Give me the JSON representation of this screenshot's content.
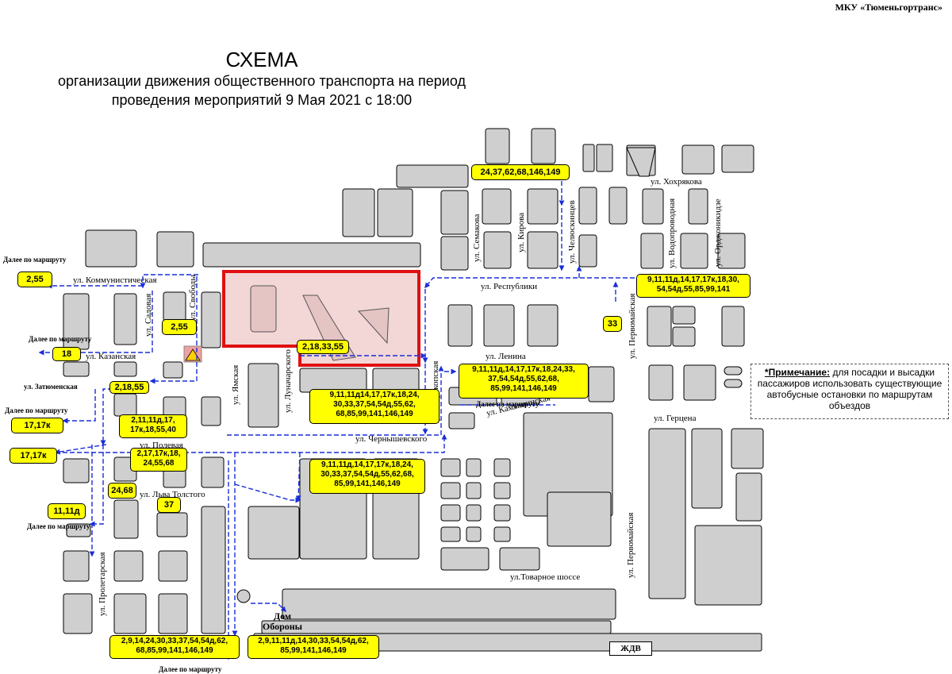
{
  "header": {
    "organization": "МКУ «Тюменьгортранс»",
    "title": "СХЕМА",
    "subtitle_line1": "организации движения общественного транспорта на период",
    "subtitle_line2": "проведения мероприятий 9 Мая 2021 с 18:00"
  },
  "note": {
    "label": "*Примечание:",
    "text": "для посадки и высадки пассажиров использовать существующие автобусные остановки по маршрутам объездов"
  },
  "landmarks": {
    "dom_oborony": "Дом Обороны",
    "zhdv": "ЖДВ"
  },
  "streets": {
    "kommunisticheskaya": "ул. Коммунистическая",
    "sadovaya": "ул. Садовая",
    "svobody": "ул. Свободы",
    "kazanskaya": "ул. Казанская",
    "zatyumenskaya": "ул. Затюменская",
    "polevaya": "ул. Полевая",
    "lva_tolstogo": "ул. Льва Толстого",
    "yamskaya": "ул. Ямская",
    "lunacharskogo": "ул. Луначарского",
    "chernyshevskogo": "ул. Чернышевского",
    "perekopskaya": "ул. Перекопская",
    "respubliki": "ул. Республики",
    "lenina": "ул. Ленина",
    "semakova": "ул. Семакова",
    "kirova": "ул. Кирова",
    "chelyuskintsev": "ул. Челюскинцев",
    "vodoprovodnaya": "ул. Водопроводная",
    "ordzhonikidze": "ул. Орджоникидзе",
    "khokhryakova": "ул. Хохрякова",
    "pervomayskaya_north": "ул. Первомайская",
    "pervomayskaya_south": "ул. Первомайская",
    "kamyshinskaya": "ул. Камышинская",
    "gertsena": "ул. Герцена",
    "tovarnoe_shosse": "ул.Товарное шоссе",
    "proletarskaya": "ул. Пролетарская"
  },
  "further": {
    "a": "Далее по маршруту",
    "b": "Далее по маршруту",
    "c": "Далее по маршруту",
    "d": "Далее по маршруту",
    "e": "Далее по маршруту",
    "f": "Далее по маршруту"
  },
  "routes": {
    "r_24_37": "24,37,62,68,146,149",
    "r_2_55_left": "2,55",
    "r_2_55_svob": "2,55",
    "r_18": "18",
    "r_2_18_55": "2,18,55",
    "r_2_18_33_55": "2,18,33,55",
    "r_33": "33",
    "r_respubliki": "9,11,11д,14,17,17к,18,30, 54,54д,55,85,99,141",
    "r_lenina": "9,11,11д,14,17,17к,18,24,33, 37,54,54д,55,62,68, 85,99,141,146,149",
    "r_chern": "9,11,11д14,17,17к,18,24, 30,33,37,54,54д,55,62, 68,85,99,141,146,149",
    "r_17_17k_a": "17,17к",
    "r_17_17k_b": "17,17к",
    "r_2_11": "2,11,11д,17, 17к,18,55,40",
    "r_2_17": "2,17,17к,18, 24,55,68",
    "r_24_68": "24,68",
    "r_37": "37",
    "r_11_11d": "11,11д",
    "r_tolstogo": "9,11,11д,14,17,17к,18,24, 30,33,37,54,54д,55,62,68, 85,99,141,146,149",
    "r_bottom_left": "2,9,14,24,30,33,37,54,54д,62, 68,85,99,141,146,149",
    "r_bottom_right": "2,9,11,11д,14,30,33,54,54д,62, 85,99,141,146,149"
  },
  "colors": {
    "route_label_bg": "#ffff00",
    "route_line": "#1a2fd8",
    "closed_zone_border": "#e01010",
    "closed_zone_fill": "#f3d6d6",
    "block_fill": "#cfcfcf"
  },
  "icons": {
    "roadwork": "roadwork-icon",
    "arrow": "direction-arrow-icon"
  }
}
